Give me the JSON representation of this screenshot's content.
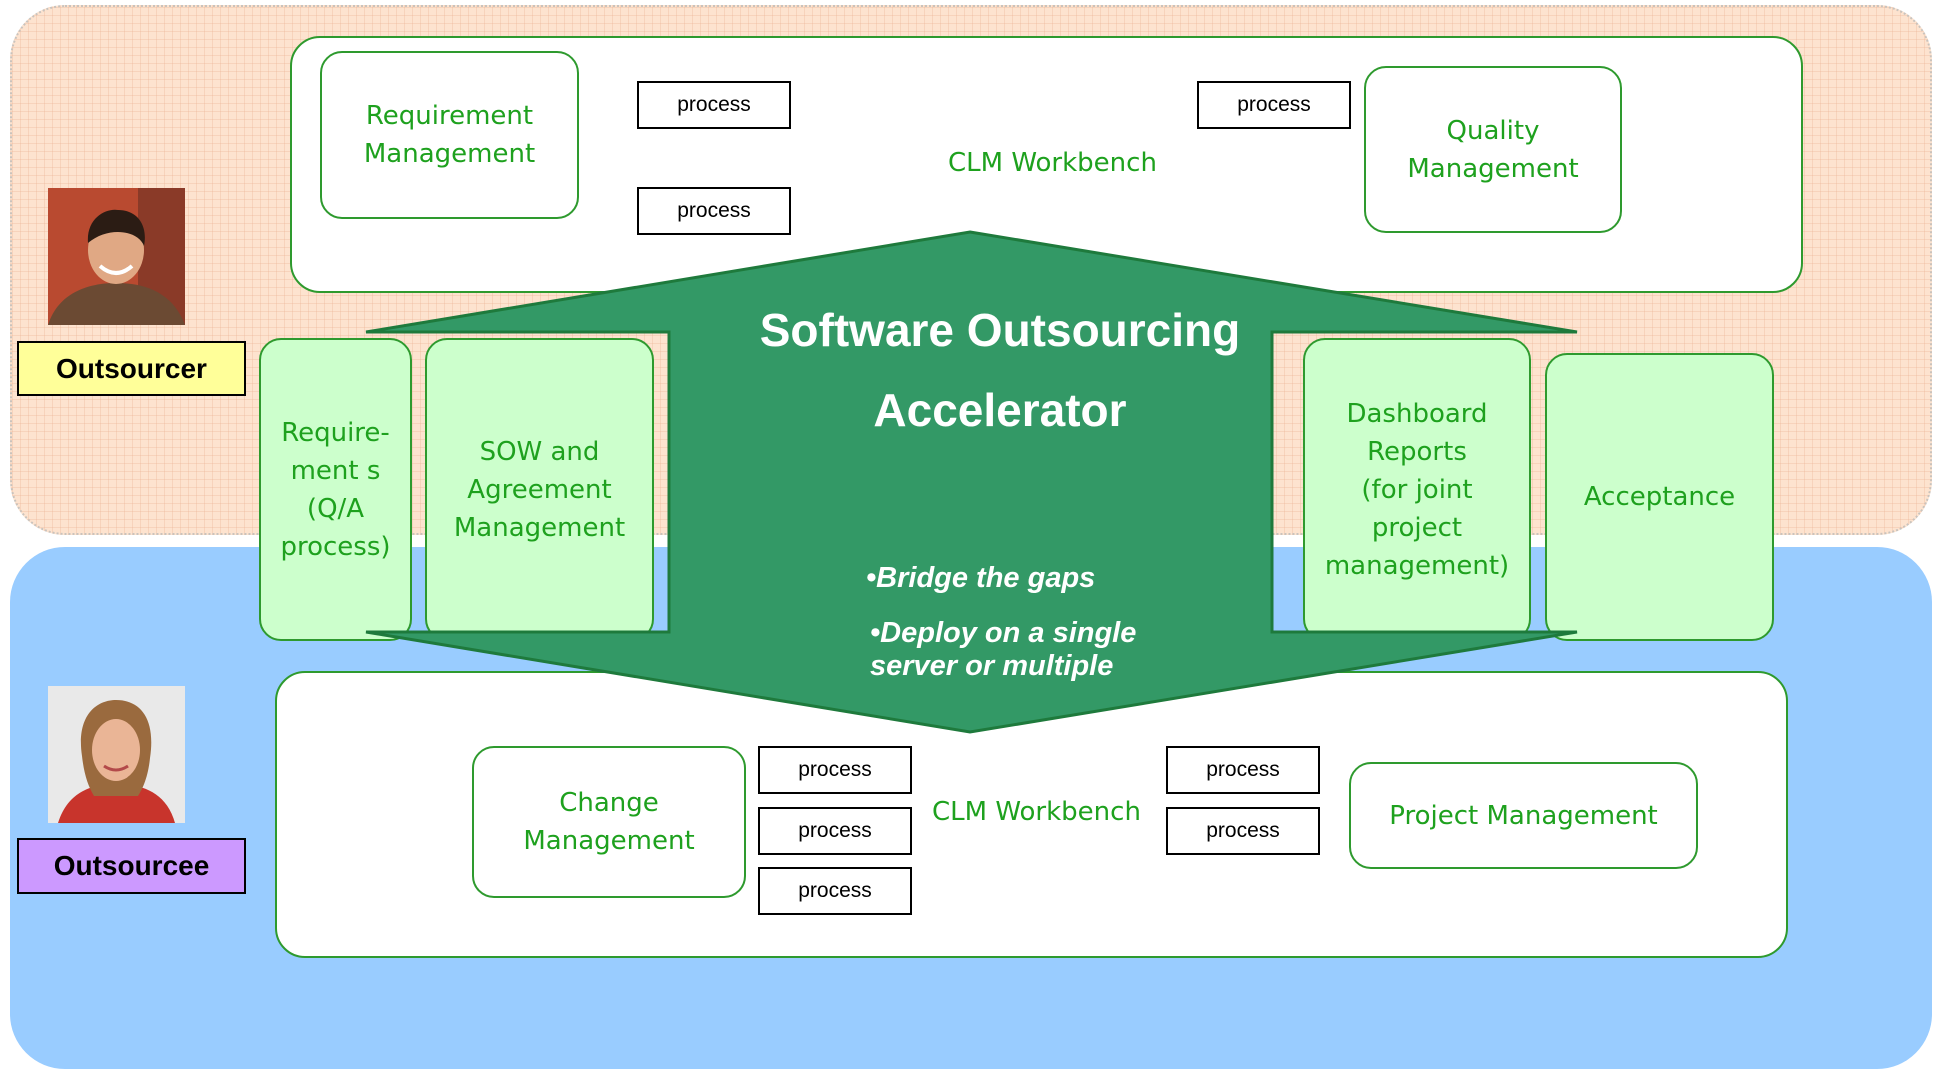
{
  "roles": {
    "outsourcer": "Outsourcer",
    "outsourcee": "Outsourcee"
  },
  "colors": {
    "outsourcer_band": "#fde3cf",
    "outsourcee_band": "#99ccff",
    "green": "#339966",
    "green_text": "#1ea11e",
    "light_green": "#ccffcc",
    "outsourcer_tag": "#ffff99",
    "outsourcee_tag": "#cc99ff"
  },
  "top_workbench": {
    "label": "CLM Workbench",
    "requirement_management": "Requirement\nManagement",
    "quality_management": "Quality\nManagement",
    "process_labels": [
      "process",
      "process",
      "process"
    ]
  },
  "middle": {
    "requirements_qa": "Require-\nment s\n(Q/A\nprocess)",
    "sow": "SOW and\nAgreement\nManagement",
    "dashboard": "Dashboard\nReports\n(for joint\nproject\nmanagement)",
    "acceptance": "Acceptance"
  },
  "accelerator": {
    "title_line1": "Software Outsourcing",
    "title_line2": "Accelerator",
    "bullet1": "•Bridge the gaps",
    "bullet2": "•Deploy on a single\nserver or multiple"
  },
  "bottom_workbench": {
    "label": "CLM Workbench",
    "change_management": "Change\nManagement",
    "project_management": "Project Management",
    "process_labels": [
      "process",
      "process",
      "process",
      "process",
      "process"
    ]
  }
}
